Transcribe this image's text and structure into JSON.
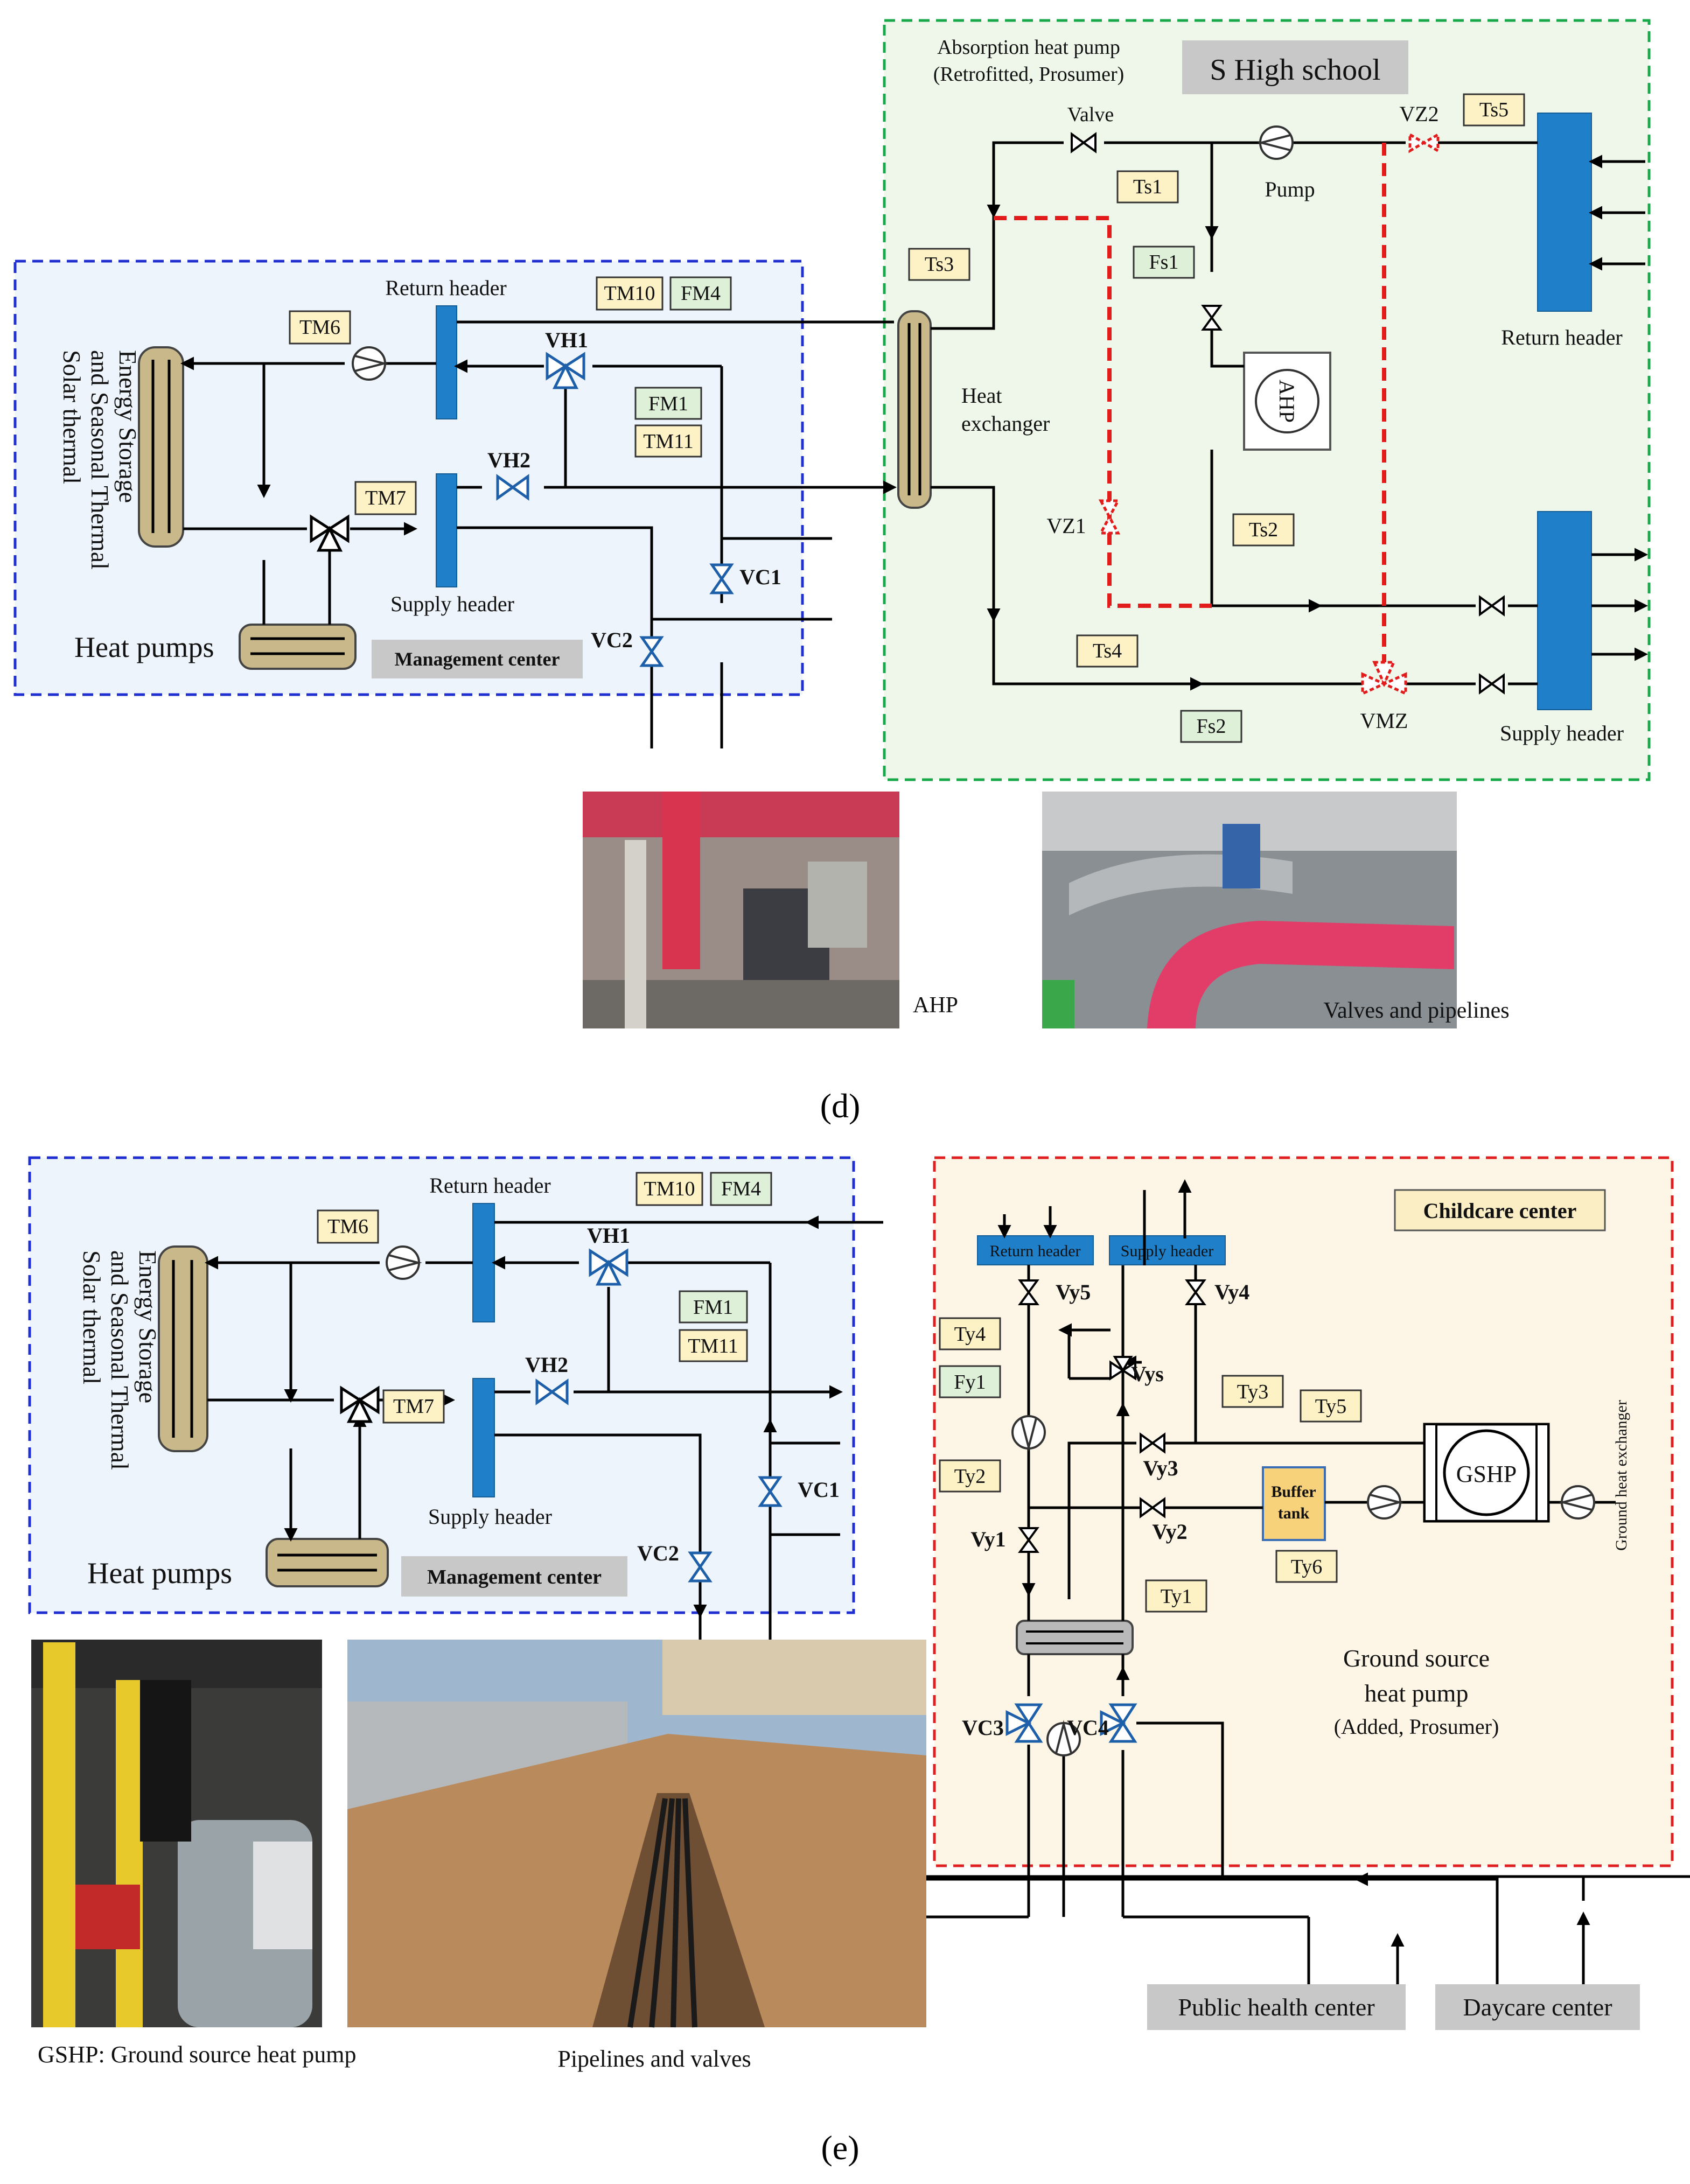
{
  "panel_d": {
    "caption": "(d)",
    "high_school": {
      "title": "S High school",
      "ahp_note_line1": "Absorption heat pump",
      "ahp_note_line2": "(Retrofitted, Prosumer)",
      "valve": "Valve",
      "pump": "Pump",
      "ahp": "AHP",
      "heat_exchanger_line1": "Heat",
      "heat_exchanger_line2": "exchanger",
      "return_header": "Return header",
      "supply_header": "Supply header",
      "tags": {
        "ts1": "Ts1",
        "ts2": "Ts2",
        "ts3": "Ts3",
        "ts4": "Ts4",
        "ts5": "Ts5",
        "fs1": "Fs1",
        "fs2": "Fs2"
      },
      "valves": {
        "vz1": "VZ1",
        "vz2": "VZ2",
        "vmz": "VMZ"
      }
    },
    "management": {
      "return_header": "Return header",
      "supply_header": "Supply header",
      "storage_line1": "Solar thermal",
      "storage_line2": "and Seasonal Thermal",
      "storage_line3": "Energy Storage",
      "heat_pumps": "Heat pumps",
      "center": "Management center",
      "tags": {
        "tm6": "TM6",
        "tm7": "TM7",
        "tm10": "TM10",
        "tm11": "TM11",
        "fm1": "FM1",
        "fm4": "FM4"
      },
      "valves": {
        "vh1": "VH1",
        "vh2": "VH2",
        "vc1": "VC1",
        "vc2": "VC2"
      }
    },
    "photo_captions": {
      "ahp": "AHP",
      "valves": "Valves and pipelines"
    }
  },
  "panel_e": {
    "caption": "(e)",
    "management": {
      "return_header": "Return header",
      "supply_header": "Supply header",
      "storage_line1": "Solar thermal",
      "storage_line2": "and Seasonal Thermal",
      "storage_line3": "Energy Storage",
      "heat_pumps": "Heat pumps",
      "center": "Management center",
      "tags": {
        "tm6": "TM6",
        "tm7": "TM7",
        "tm10": "TM10",
        "tm11": "TM11",
        "fm1": "FM1",
        "fm4": "FM4"
      },
      "valves": {
        "vh1": "VH1",
        "vh2": "VH2",
        "vc1": "VC1",
        "vc2": "VC2"
      }
    },
    "childcare": {
      "title": "Childcare center",
      "return_header": "Return header",
      "supply_header": "Supply header",
      "buffer_line1": "Buffer",
      "buffer_line2": "tank",
      "gshp": "GSHP",
      "ground_hx": "Ground heat exchanger",
      "gshp_note_line1": "Ground source",
      "gshp_note_line2": "heat pump",
      "gshp_note_line3": "(Added, Prosumer)",
      "tags": {
        "ty1": "Ty1",
        "ty2": "Ty2",
        "ty3": "Ty3",
        "ty4": "Ty4",
        "ty5": "Ty5",
        "ty6": "Ty6",
        "fy1": "Fy1"
      },
      "valves": {
        "vy1": "Vy1",
        "vy2": "Vy2",
        "vy3": "Vy3",
        "vy4": "Vy4",
        "vy5": "Vy5",
        "vys": "Vys",
        "vc3": "VC3",
        "vc4": "VC4"
      }
    },
    "consumers": {
      "public_health": "Public health center",
      "daycare": "Daycare center"
    },
    "photo_captions": {
      "gshp": "GSHP: Ground source heat pump",
      "pipelines": "Pipelines and valves"
    }
  },
  "colors": {
    "management_box": "#2030d0",
    "high_school_box": "#18a84a",
    "childcare_box": "#e02020",
    "header": "#1f7fc8",
    "tag": "#fdf1c6",
    "tag_green": "#dff0d8",
    "red_pipe": "#e21b1b"
  }
}
